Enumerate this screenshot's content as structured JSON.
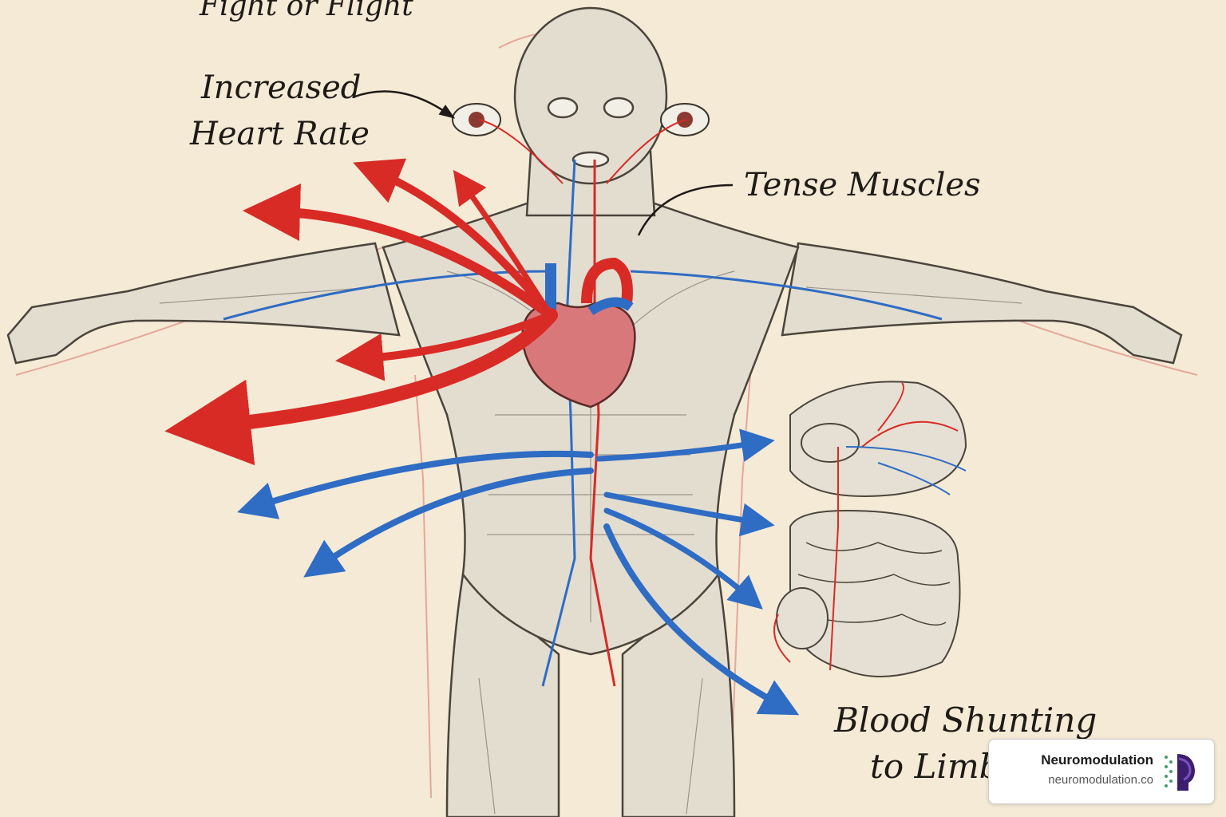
{
  "diagram": {
    "title": "Fight or Flight",
    "labels": {
      "heart_rate_line1": "Increased",
      "heart_rate_line2": "Heart Rate",
      "muscles": "Tense Muscles",
      "blood_line1": "Blood Shunting",
      "blood_line2": "to Limbs"
    }
  },
  "badge": {
    "title": "Neuromodulation",
    "url": "neuromodulation.co"
  },
  "colors": {
    "background": "#f4ead6",
    "artery": "#d92b26",
    "vein": "#2f6cc4",
    "body_fill": "#e3ddd0",
    "ink": "#1e1a16"
  }
}
